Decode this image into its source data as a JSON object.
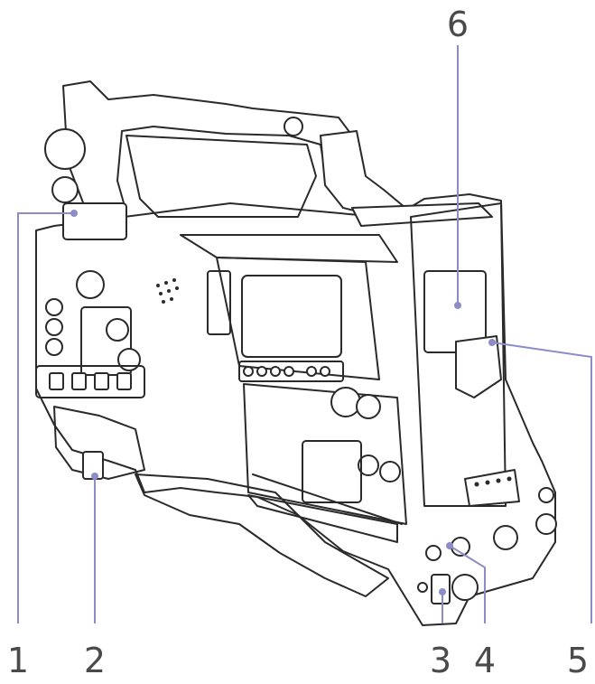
{
  "callouts": [
    {
      "id": "1",
      "label": "1"
    },
    {
      "id": "2",
      "label": "2"
    },
    {
      "id": "3",
      "label": "3"
    },
    {
      "id": "4",
      "label": "4"
    },
    {
      "id": "5",
      "label": "5"
    },
    {
      "id": "6",
      "label": "6"
    }
  ],
  "colors": {
    "leader": "#8c8cc8",
    "outline": "#2a2a2a",
    "label": "#4a4a4a"
  }
}
